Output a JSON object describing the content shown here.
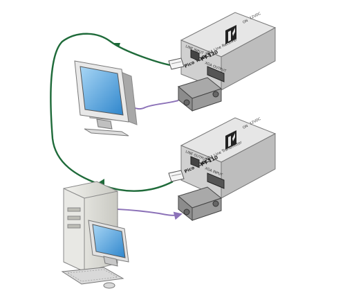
{
  "receiver": {
    "model": "PT-120",
    "subtitle": "XGA Line Receiver",
    "brand": "Pico TOOLS",
    "label_line_input": "LINE INPUT",
    "label_xga_output": "XGA OUTPUT",
    "label_on": "ON",
    "label_power": "12VDC"
  },
  "transmitter": {
    "model": "PT-110",
    "subtitle": "XGA Line Transmitter",
    "brand": "Pico TOOLS",
    "label_line_output": "LINE OUTPUT",
    "label_xga_input": "XGA INPUT",
    "label_on": "ON",
    "label_power": "12VDC"
  },
  "colors": {
    "line_cable": "#1f6b3a",
    "xga_cable": "#8c72b8",
    "box_top": "#e4e4e4",
    "box_front": "#cfcfcf",
    "box_side": "#b9b9b9",
    "screen": "#4ea4df"
  }
}
